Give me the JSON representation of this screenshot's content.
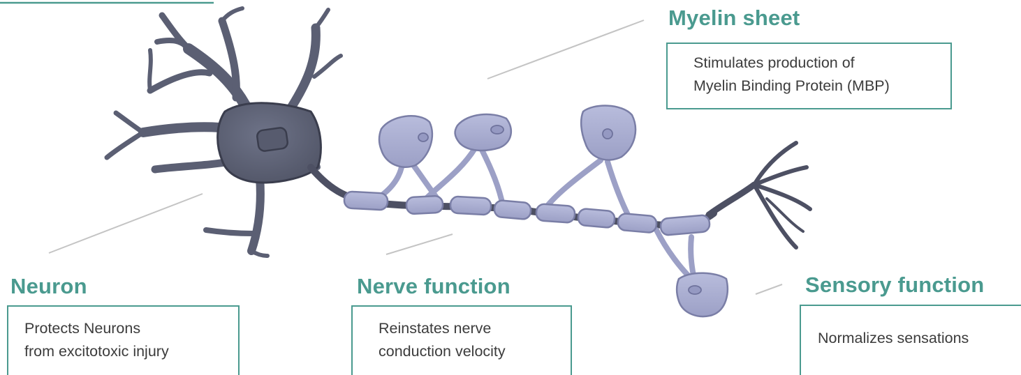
{
  "colors": {
    "accent": "#4a9a8f",
    "text": "#3c3c3c",
    "connector": "#c4c4c4",
    "neuron_body": "#62677c",
    "neuron_outline": "#3a3d4d",
    "glial": "#a9add0",
    "glial_outline": "#7a7ea6"
  },
  "callouts": {
    "myelin": {
      "title": "Myelin sheet",
      "lines": [
        "Stimulates production of",
        "Myelin Binding Protein (MBP)"
      ]
    },
    "neuron": {
      "title": "Neuron",
      "lines": [
        "Protects Neurons",
        "from excitotoxic injury"
      ]
    },
    "nerve": {
      "title": "Nerve function",
      "lines": [
        "Reinstates nerve",
        "conduction velocity"
      ]
    },
    "sensory": {
      "title": "Sensory function",
      "lines": [
        "Normalizes sensations"
      ]
    }
  }
}
